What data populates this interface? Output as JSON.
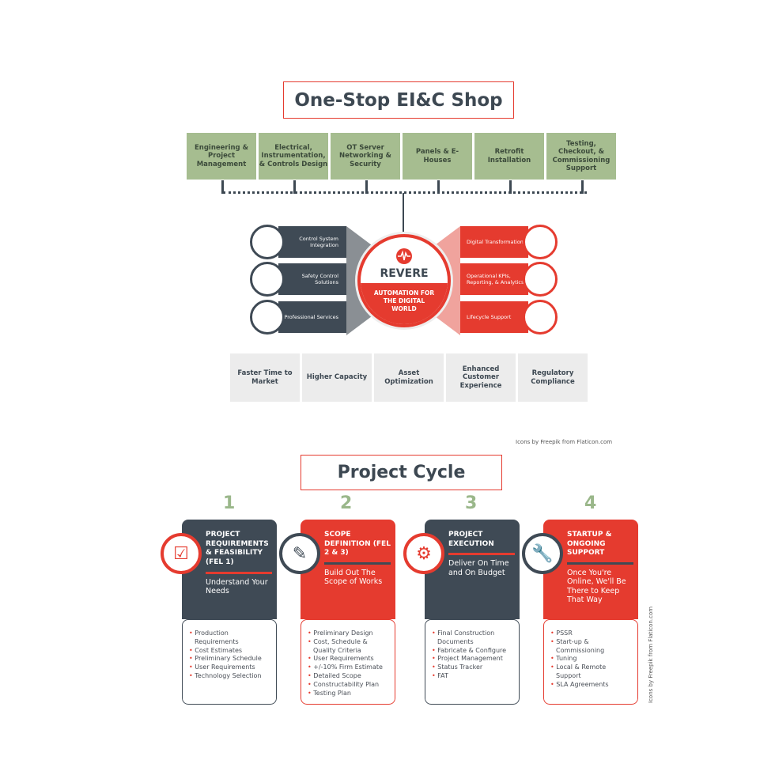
{
  "shop": {
    "title": "One-Stop EI&C Shop",
    "services": [
      "Engineering & Project Management",
      "Electrical, Instrumentation, & Controls Design",
      "OT Server Networking & Security",
      "Panels & E-Houses",
      "Retrofit Installation",
      "Testing, Checkout, & Commissioning Support"
    ],
    "left": [
      "Control System Integration",
      "Safety Control Solutions",
      "Professional Services"
    ],
    "right": [
      "Digital Transformation",
      "Operational KPIs, Reporting, & Analytics",
      "Lifecycle Support"
    ],
    "hub": {
      "brand": "REVERE",
      "tagline": "AUTOMATION FOR THE DIGITAL WORLD"
    },
    "benefits": [
      "Faster Time to Market",
      "Higher Capacity",
      "Asset Optimization",
      "Enhanced Customer Experience",
      "Regulatory Compliance"
    ],
    "credit": "Icons by Freepik from Flaticon.com"
  },
  "cycle": {
    "title": "Project Cycle",
    "credit": "Icons by Freepik from Flaticon.com",
    "steps": [
      {
        "num": "1",
        "head": "PROJECT REQUIREMENTS & FEASIBILITY (FEL 1)",
        "sub": "Understand Your Needs",
        "items": [
          "Production Requirements",
          "Cost Estimates",
          "Preliminary Schedule",
          "User Requirements",
          "Technology Selection"
        ]
      },
      {
        "num": "2",
        "head": "SCOPE DEFINITION (FEL 2 & 3)",
        "sub": "Build Out The Scope of Works",
        "items": [
          "Preliminary Design",
          "Cost, Schedule & Quality Criteria",
          "User Requirements",
          "+/-10% Firm Estimate",
          "Detailed Scope",
          "Constructability Plan",
          "Testing Plan"
        ]
      },
      {
        "num": "3",
        "head": "PROJECT EXECUTION",
        "sub": "Deliver On Time and On Budget",
        "items": [
          "Final Construction Documents",
          "Fabricate & Configure",
          "Project Management",
          "Status Tracker",
          "FAT"
        ]
      },
      {
        "num": "4",
        "head": "STARTUP & ONGOING SUPPORT",
        "sub": "Once You're Online, We'll Be There to Keep That Way",
        "items": [
          "PSSR",
          "Start-up & Commissioning",
          "Tuning",
          "Local & Remote Support",
          "SLA Agreements"
        ]
      }
    ]
  },
  "colors": {
    "red": "#e53b2f",
    "dark": "#3f4a55",
    "green": "#a6bd90",
    "gray": "#ececec"
  }
}
